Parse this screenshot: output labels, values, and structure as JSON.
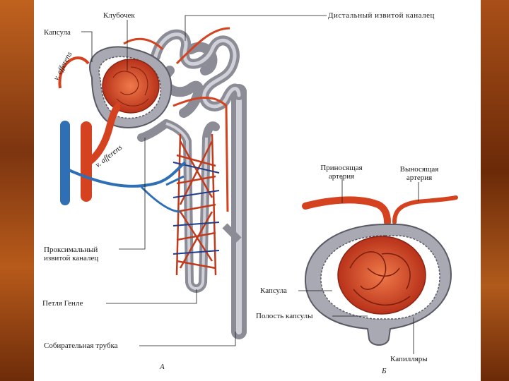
{
  "labels": {
    "glomerulus": "Клубочек",
    "capsule_a": "Капсула",
    "distal": "Дистальный извитой каналец",
    "v_efferens_top": "v. efferens",
    "v_afferens": "v. afferens",
    "afferent": "Приносящая\nартерия",
    "efferent": "Выносящая\nартерия",
    "proximal": "Проксимальный\nизвитой каналец",
    "capsule_b": "Капсула",
    "cavity": "Полость капсулы",
    "henle": "Петля  Генле",
    "collecting": "Собирательная трубка",
    "capillaries": "Капилляры",
    "fig_a": "А",
    "fig_b": "Б"
  },
  "colors": {
    "artery": "#d4421f",
    "vein": "#2e6fb5",
    "tubule": "#a9a9b3",
    "frame": "#8a3c10"
  }
}
